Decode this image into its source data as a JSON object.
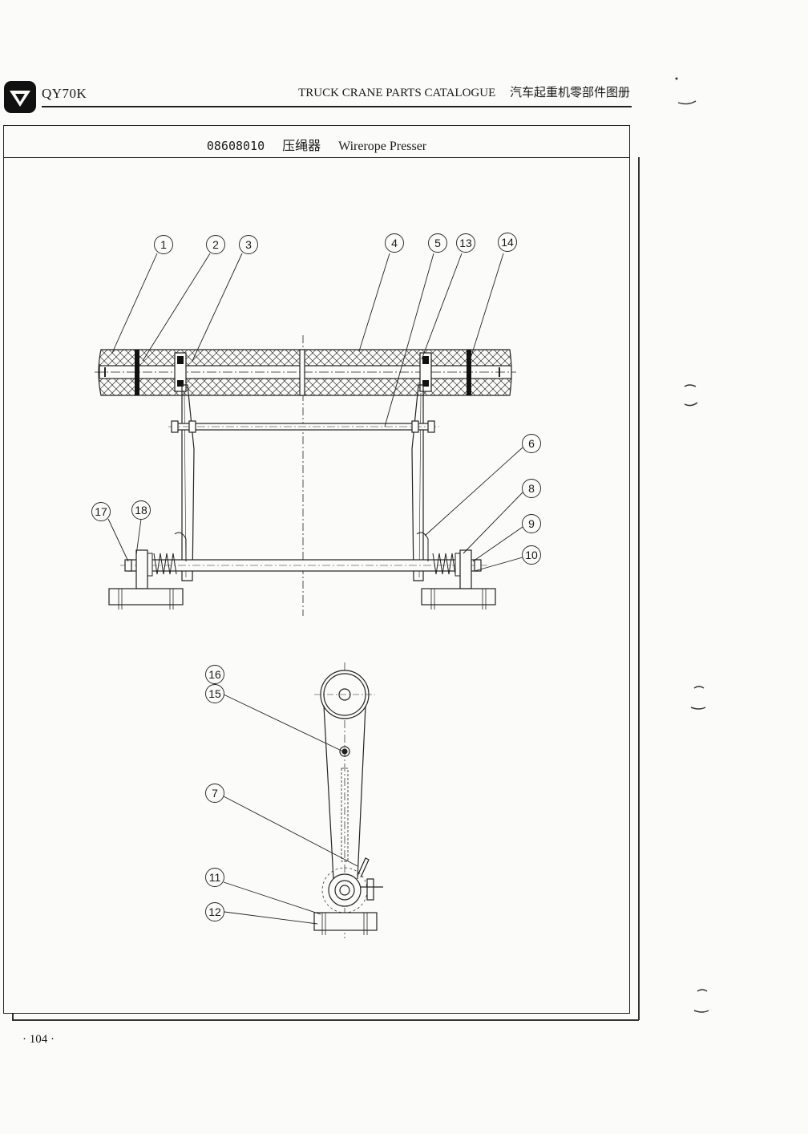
{
  "header": {
    "model": "QY70K",
    "catalogue_title": "TRUCK CRANE PARTS CATALOGUE",
    "catalogue_title_cn": "汽车起重机零部件图册"
  },
  "title": {
    "part_code": "08608010",
    "name_cn": "压绳器",
    "name_en": "Wirerope Presser"
  },
  "callouts": {
    "c1": "1",
    "c2": "2",
    "c3": "3",
    "c4": "4",
    "c5": "5",
    "c6": "6",
    "c7": "7",
    "c8": "8",
    "c9": "9",
    "c10": "10",
    "c11": "11",
    "c12": "12",
    "c13": "13",
    "c14": "14",
    "c15": "15",
    "c16": "16",
    "c17": "17",
    "c18": "18"
  },
  "footer": {
    "page": "· 104 ·"
  }
}
